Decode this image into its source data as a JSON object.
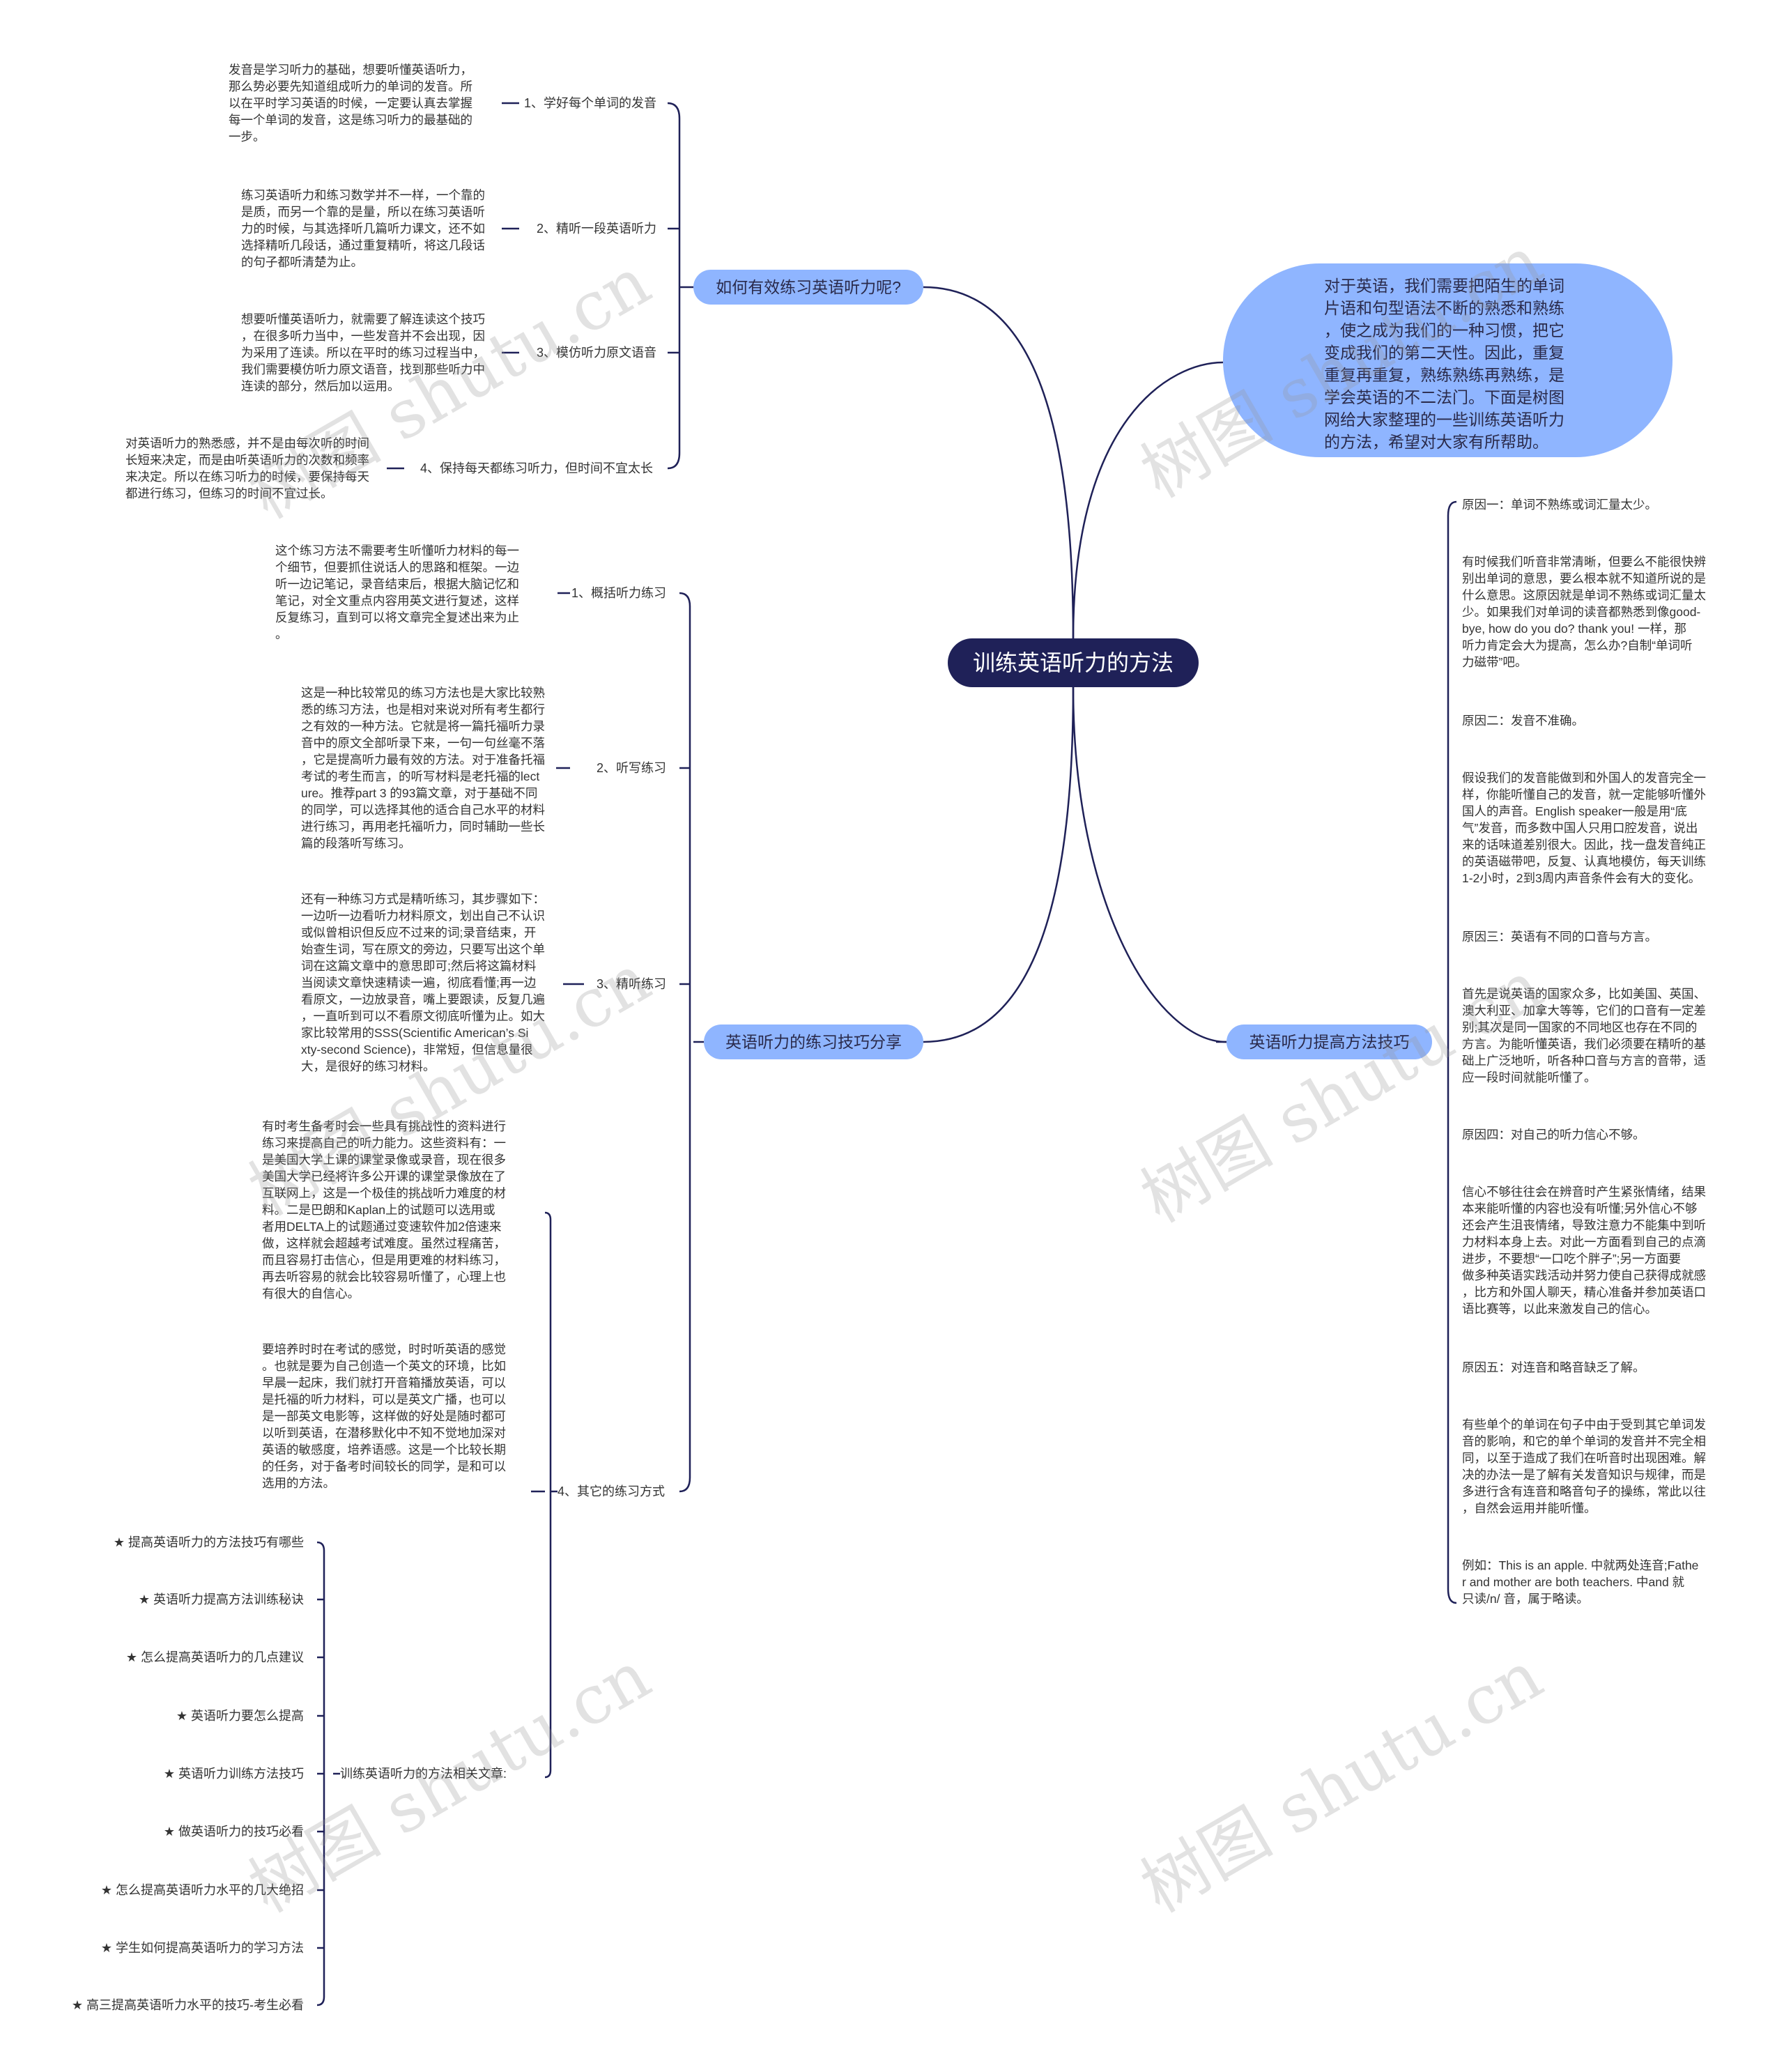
{
  "root": {
    "title": "训练英语听力的方法"
  },
  "intro": {
    "text": "对于英语，我们需要把陌生的单词\n片语和句型语法不断的熟悉和熟练\n，使之成为我们的一种习惯，把它\n变成我们的第二天性。因此，重复\n重复再重复，熟练熟练再熟练，是\n学会英语的不二法门。下面是树图\n网给大家整理的一些训练英语听力\n的方法，希望对大家有所帮助。"
  },
  "branch1": {
    "label": "如何有效练习英语听力呢?",
    "items": [
      {
        "label": "1、学好每个单词的发音",
        "text": "发音是学习听力的基础，想要听懂英语听力，\n那么势必要先知道组成听力的单词的发音。所\n以在平时学习英语的时候，一定要认真去掌握\n每一个单词的发音，这是练习听力的最基础的\n一步。"
      },
      {
        "label": "2、精听一段英语听力",
        "text": "练习英语听力和练习数学并不一样，一个靠的\n是质，而另一个靠的是量，所以在练习英语听\n力的时候，与其选择听几篇听力课文，还不如\n选择精听几段话，通过重复精听，将这几段话\n的句子都听清楚为止。"
      },
      {
        "label": "3、模仿听力原文语音",
        "text": "想要听懂英语听力，就需要了解连读这个技巧\n，在很多听力当中，一些发音并不会出现，因\n为采用了连读。所以在平时的练习过程当中，\n我们需要模仿听力原文语音，找到那些听力中\n连读的部分，然后加以运用。"
      },
      {
        "label": "4、保持每天都练习听力，但时间不宜太长",
        "text": "对英语听力的熟悉感，并不是由每次听的时间\n长短来决定，而是由听英语听力的次数和频率\n来决定。所以在练习听力的时候，要保持每天\n都进行练习，但练习的时间不宜过长。"
      }
    ]
  },
  "branch2": {
    "label": "英语听力的练习技巧分享",
    "items": [
      {
        "label": "1、概括听力练习",
        "text": "这个练习方法不需要考生听懂听力材料的每一\n个细节，但要抓住说话人的思路和框架。一边\n听一边记笔记，录音结束后，根据大脑记忆和\n笔记，对全文重点内容用英文进行复述，这样\n反复练习，直到可以将文章完全复述出来为止\n。"
      },
      {
        "label": "2、听写练习",
        "text": "这是一种比较常见的练习方法也是大家比较熟\n悉的练习方法，也是相对来说对所有考生都行\n之有效的一种方法。它就是将一篇托福听力录\n音中的原文全部听录下来，一句一句丝毫不落\n，它是提高听力最有效的方法。对于准备托福\n考试的考生而言，的听写材料是老托福的lect\nure。推荐part 3 的93篇文章，对于基础不同\n的同学，可以选择其他的适合自己水平的材料\n进行练习，再用老托福听力，同时辅助一些长\n篇的段落听写练习。"
      },
      {
        "label": "3、精听练习",
        "text": "还有一种练习方式是精听练习，其步骤如下：\n一边听一边看听力材料原文，划出自己不认识\n或似曾相识但反应不过来的词;录音结束，开\n始查生词，写在原文的旁边，只要写出这个单\n词在这篇文章中的意思即可;然后将这篇材料\n当阅读文章快速精读一遍，彻底看懂;再一边\n看原文，一边放录音，嘴上要跟读，反复几遍\n，一直听到可以不看原文彻底听懂为止。如大\n家比较常用的SSS(Scientific American’s Si\nxty-second Science)，非常短，但信息量很\n大，是很好的练习材料。"
      },
      {
        "label": "4、其它的练习方式",
        "text1": "有时考生备考时会一些具有挑战性的资料进行\n练习来提高自己的听力能力。这些资料有：一\n是美国大学上课的课堂录像或录音，现在很多\n美国大学已经将许多公开课的课堂录像放在了\n互联网上，这是一个极佳的挑战听力难度的材\n料。二是巴朗和Kaplan上的试题可以选用或\n者用DELTA上的试题通过变速软件加2倍速来\n做，这样就会超越考试难度。虽然过程痛苦，\n而且容易打击信心，但是用更难的材料练习，\n再去听容易的就会比较容易听懂了，心理上也\n有很大的自信心。",
        "text2": "要培养时时在考试的感觉，时时听英语的感觉\n。也就是要为自己创造一个英文的环境，比如\n早晨一起床，我们就打开音箱播放英语，可以\n是托福的听力材料，可以是英文广播，也可以\n是一部英文电影等，这样做的好处是随时都可\n以听到英语，在潜移默化中不知不觉地加深对\n英语的敏感度，培养语感。这是一个比较长期\n的任务，对于备考时间较长的同学，是和可以\n选用的方法。"
      },
      {
        "label": "训练英语听力的方法相关文章:",
        "links": [
          "★ 提高英语听力的方法技巧有哪些",
          "★ 英语听力提高方法训练秘诀",
          "★ 怎么提高英语听力的几点建议",
          "★ 英语听力要怎么提高",
          "★ 英语听力训练方法技巧",
          "★ 做英语听力的技巧必看",
          "★ 怎么提高英语听力水平的几大绝招",
          "★ 学生如何提高英语听力的学习方法",
          "★ 高三提高英语听力水平的技巧-考生必看"
        ]
      }
    ]
  },
  "branch3": {
    "label": "英语听力提高方法技巧",
    "items": [
      "原因一：单词不熟练或词汇量太少。",
      "有时候我们听音非常清晰，但要么不能很快辨\n别出单词的意思，要么根本就不知道所说的是\n什么意思。这原因就是单词不熟练或词汇量太\n少。如果我们对单词的读音都熟悉到像good-\nbye, how do you do? thank you! 一样，那\n听力肯定会大为提高，怎么办?自制“单词听\n力磁带”吧。",
      "原因二：发音不准确。",
      "假设我们的发音能做到和外国人的发音完全一\n样，你能听懂自己的发音，就一定能够听懂外\n国人的声音。English speaker一般是用“底\n气”发音，而多数中国人只用口腔发音，说出\n来的话味道差别很大。因此，找一盘发音纯正\n的英语磁带吧，反复、认真地模仿，每天训练\n1-2小时，2到3周内声音条件会有大的变化。",
      "原因三：英语有不同的口音与方言。",
      "首先是说英语的国家众多，比如美国、英国、\n澳大利亚、加拿大等等，它们的口音有一定差\n别;其次是同一国家的不同地区也存在不同的\n方言。为能听懂英语，我们必须要在精听的基\n础上广泛地听，听各种口音与方言的音带，适\n应一段时间就能听懂了。",
      "原因四：对自己的听力信心不够。",
      "信心不够往往会在辨音时产生紧张情绪，结果\n本来能听懂的内容也没有听懂;另外信心不够\n还会产生沮丧情绪，导致注意力不能集中到听\n力材料本身上去。对此一方面看到自己的点滴\n进步，不要想“一口吃个胖子”;另一方面要\n做多种英语实践活动并努力使自己获得成就感\n，比方和外国人聊天，精心准备并参加英语口\n语比赛等，以此来激发自己的信心。",
      "原因五：对连音和略音缺乏了解。",
      "有些单个的单词在句子中由于受到其它单词发\n音的影响，和它的单个单词的发音并不完全相\n同，以至于造成了我们在听音时出现困难。解\n决的办法一是了解有关发音知识与规律，而是\n多进行含有连音和略音句子的操练，常此以往\n，自然会运用并能听懂。",
      "例如：This is an apple. 中就两处连音;Fathe\nr and mother are both teachers. 中and 就\n只读/n/ 音，属于略读。"
    ]
  },
  "watermarks": [
    "树图 shutu.cn",
    "树图 shutu.cn",
    "树图 shutu.cn",
    "树图 shutu.cn",
    "树图 shutu.cn",
    "树图 shutu.cn"
  ],
  "colors": {
    "root": "#1f2158",
    "branch": "#8fb5ff",
    "line": "#1f2158",
    "text": "#333333"
  }
}
